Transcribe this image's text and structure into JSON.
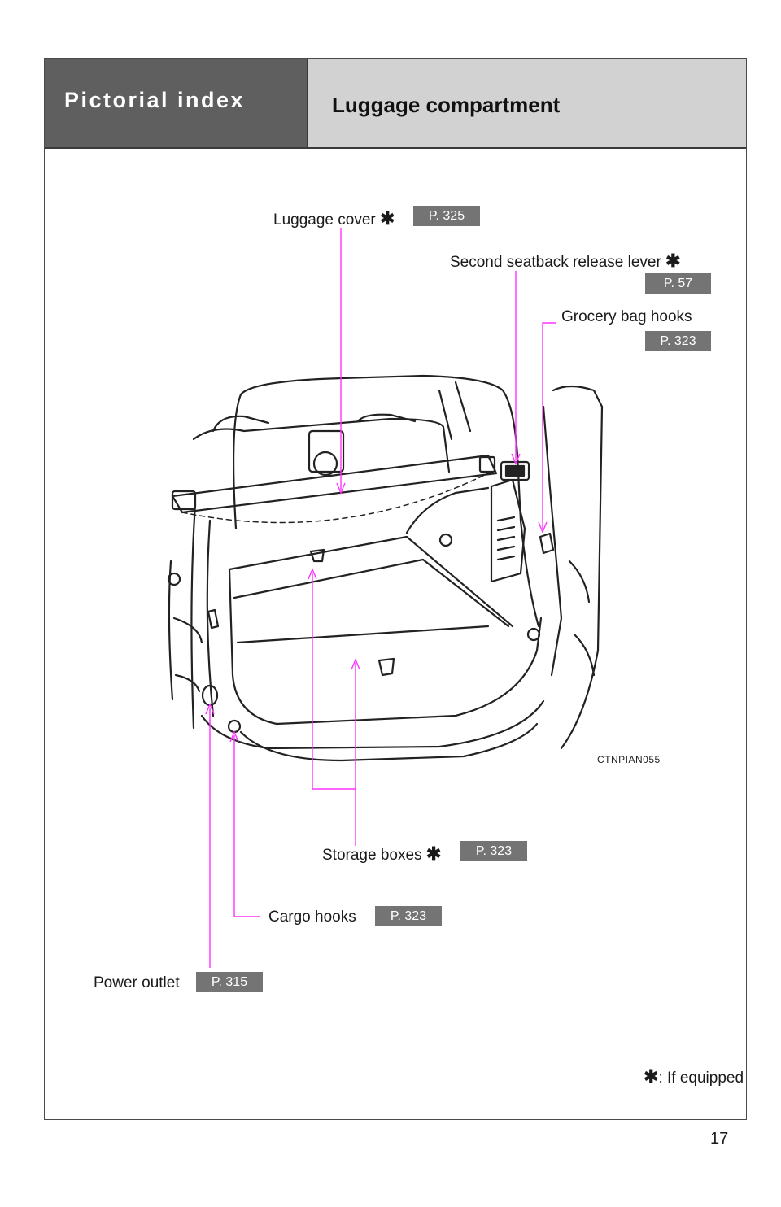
{
  "header": {
    "section_title": "Pictorial index",
    "page_title": "Luggage compartment"
  },
  "callouts": [
    {
      "label": "Luggage cover",
      "if_equipped": true,
      "page_ref": "P. 325"
    },
    {
      "label": "Second seatback release lever",
      "if_equipped": true,
      "page_ref": "P. 57"
    },
    {
      "label": "Grocery bag hooks",
      "if_equipped": false,
      "page_ref": "P. 323"
    },
    {
      "label": "Storage boxes",
      "if_equipped": true,
      "page_ref": "P. 323"
    },
    {
      "label": "Cargo hooks",
      "if_equipped": false,
      "page_ref": "P. 323"
    },
    {
      "label": "Power outlet",
      "if_equipped": false,
      "page_ref": "P. 315"
    }
  ],
  "figure_code": "CTNPIAN055",
  "legend": {
    "symbol": "✱",
    "text": ": If equipped"
  },
  "page_number": "17",
  "colors": {
    "leader_line": "#ff33ff",
    "header_dark": "#5f5f5f",
    "header_light": "#d2d2d2",
    "page_ref_badge": "#747474"
  }
}
